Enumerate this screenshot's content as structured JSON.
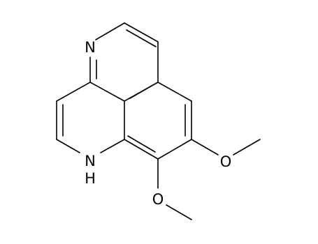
{
  "molecule": {
    "atoms": {
      "ring_n": "N",
      "nh_n": "N",
      "nh_h": "H",
      "o_top": "O",
      "o_bottom": "O"
    }
  }
}
